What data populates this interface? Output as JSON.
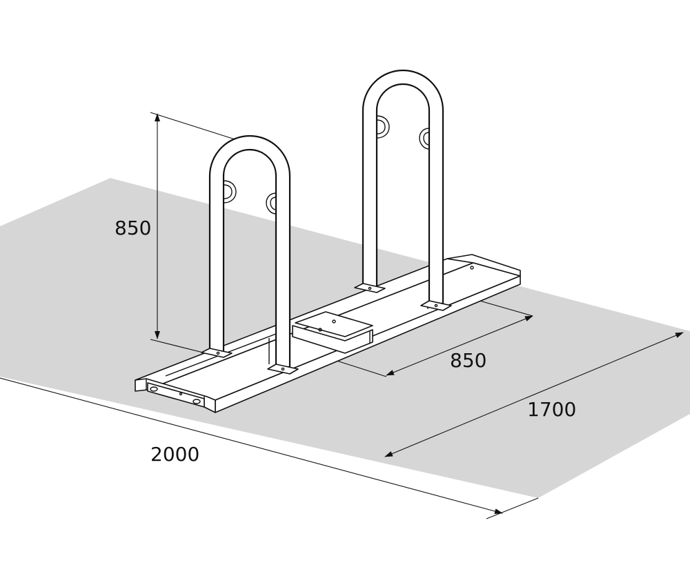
{
  "diagram": {
    "title": "",
    "colors": {
      "ground": "#d6d6d6",
      "line": "#111111",
      "background": "#ffffff"
    },
    "dimensions": {
      "height": "850",
      "rack_spacing": "850",
      "width": "1700",
      "length": "2000"
    }
  }
}
